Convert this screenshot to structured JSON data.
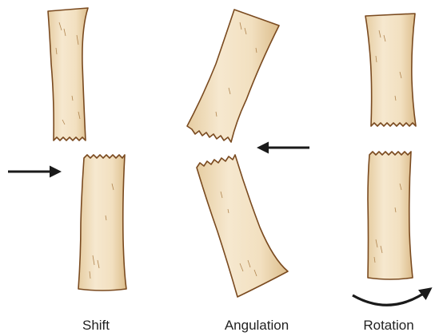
{
  "labels": {
    "shift": "Shift",
    "angulation": "Angulation",
    "rotation": "Rotation"
  },
  "colors": {
    "bone_fill": "#f3e2c4",
    "bone_shade": "#e2c699",
    "bone_outline": "#7a4a1f",
    "arrow": "#1a1a1a",
    "text": "#222222"
  },
  "icons": {
    "shift_arrow": "right-arrow-icon",
    "angulation_arrow": "left-arrow-icon",
    "rotation_arrow": "curved-arrow-icon"
  }
}
